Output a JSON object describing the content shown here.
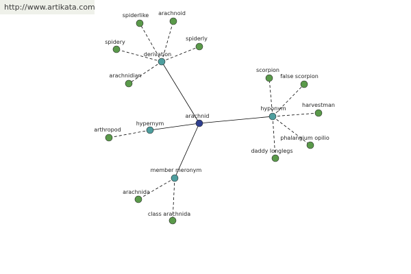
{
  "source_url": "http://www.artikata.com",
  "colors": {
    "center_node": "#2e3f8f",
    "relation_node": "#4e9e9e",
    "leaf_node": "#5a9a4a",
    "edge": "#000000"
  },
  "graph": {
    "center": {
      "label": "arachnid"
    },
    "relations": [
      {
        "id": "derivation",
        "label": "derivation",
        "leaves": [
          "spiderlike",
          "arachnoid",
          "spidery",
          "spiderly",
          "arachnidian"
        ]
      },
      {
        "id": "hyponym",
        "label": "hyponym",
        "leaves": [
          "scorpion",
          "false scorpion",
          "harvestman",
          "phalangium opilio",
          "daddy longlegs"
        ]
      },
      {
        "id": "hypernym",
        "label": "hypernym",
        "leaves": [
          "arthropod"
        ]
      },
      {
        "id": "member-meronym",
        "label": "member meronym",
        "leaves": [
          "arachnida",
          "class arachnida"
        ]
      }
    ]
  }
}
